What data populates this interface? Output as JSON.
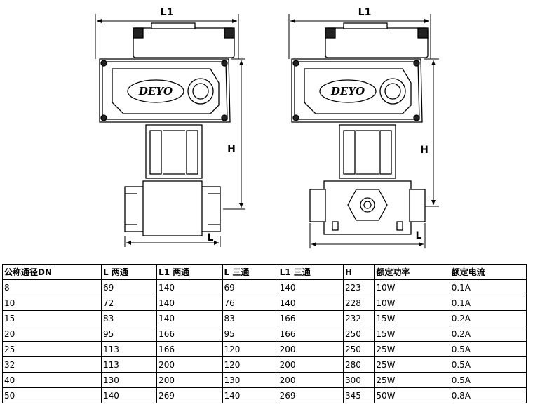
{
  "drawing": {
    "left_view": {
      "dim_top": "L1",
      "dim_height": "H",
      "dim_bottom": "L",
      "brand": "DEYO"
    },
    "right_view": {
      "dim_top": "L1",
      "dim_height": "H",
      "dim_bottom": "L",
      "brand": "DEYO"
    }
  },
  "table": {
    "headers": [
      "公称通径DN",
      "L 两通",
      "L1 两通",
      "L 三通",
      "L1 三通",
      "H",
      "额定功率",
      "额定电流"
    ],
    "rows": [
      [
        "8",
        "69",
        "140",
        "69",
        "140",
        "223",
        "10W",
        "0.1A"
      ],
      [
        "10",
        "72",
        "140",
        "76",
        "140",
        "228",
        "10W",
        "0.1A"
      ],
      [
        "15",
        "83",
        "140",
        "83",
        "166",
        "232",
        "15W",
        "0.2A"
      ],
      [
        "20",
        "95",
        "166",
        "95",
        "166",
        "250",
        "15W",
        "0.2A"
      ],
      [
        "25",
        "113",
        "166",
        "120",
        "200",
        "250",
        "25W",
        "0.5A"
      ],
      [
        "32",
        "113",
        "200",
        "120",
        "200",
        "280",
        "25W",
        "0.5A"
      ],
      [
        "40",
        "130",
        "200",
        "130",
        "200",
        "300",
        "25W",
        "0.5A"
      ],
      [
        "50",
        "140",
        "269",
        "140",
        "269",
        "345",
        "50W",
        "0.8A"
      ]
    ]
  }
}
